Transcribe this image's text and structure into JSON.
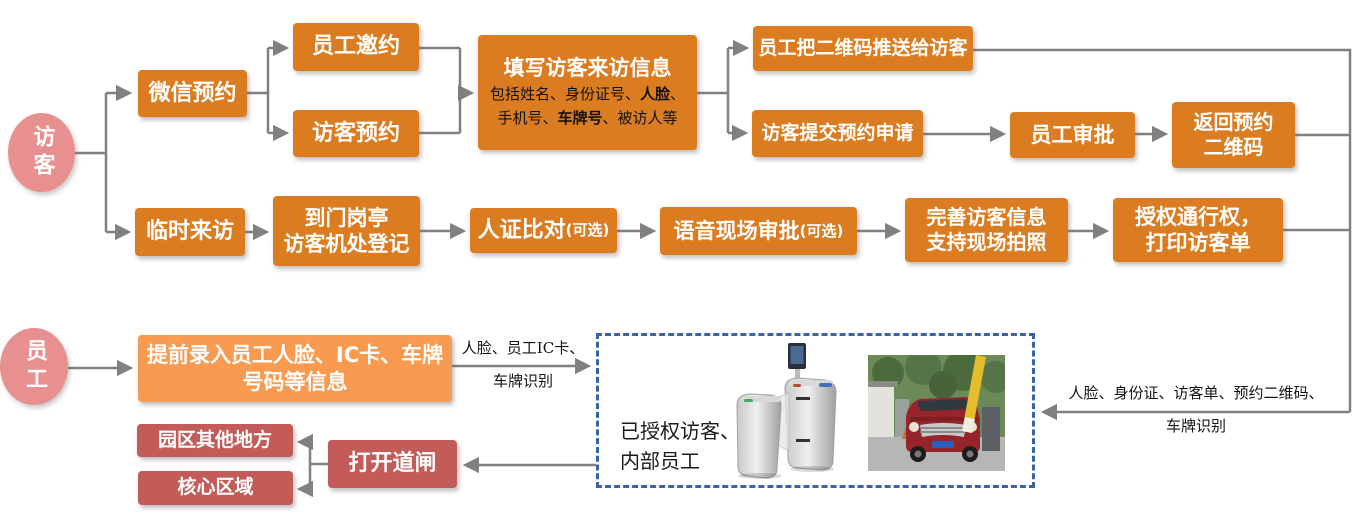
{
  "colors": {
    "node_orange": "#DC7C21",
    "node_light_orange": "#F89B51",
    "node_red": "#C35B59",
    "lane_pink": "#E89090",
    "wire_gray": "#808080",
    "dashed_blue": "#3A62A7"
  },
  "lanes": {
    "visitor": "访客",
    "employee": "员工"
  },
  "flow_reserve": {
    "wechat": "微信预约",
    "staff_invite": "员工邀约",
    "visitor_reserve": "访客预约",
    "fill_info": {
      "title": "填写访客来访信息",
      "sub1_pre": "包括姓名、身份证号、",
      "sub1_bold": "人脸",
      "sub1_post": "、",
      "sub2_pre": "手机号、",
      "sub2_bold": "车牌号",
      "sub2_post": "、被访人等"
    },
    "push_qr": "员工把二维码推送给访客",
    "submit_request": "访客提交预约申请",
    "staff_approve": "员工审批",
    "return_qr": {
      "line1": "返回预约",
      "line2": "二维码"
    }
  },
  "flow_walkin": {
    "temp_visit": "临时来访",
    "register": {
      "line1": "到门岗亭",
      "line2": "访客机处登记"
    },
    "id_check": {
      "main": "人证比对",
      "optional": "(可选)"
    },
    "voice_approve": {
      "main": "语音现场审批",
      "optional": "(可选)"
    },
    "complete_info": {
      "line1": "完善访客信息",
      "line2": "支持现场拍照"
    },
    "authorize": {
      "line1": "授权通行权，",
      "line2": "打印访客单"
    }
  },
  "flow_employee": {
    "pre_enroll": {
      "line1": "提前录入员工人脸、IC卡、车牌",
      "line2": "号码等信息"
    },
    "gate_zone": {
      "line1": "已授权访客、",
      "line2": "内部员工"
    },
    "open_gate": "打开道闸",
    "other_area": "园区其他地方",
    "core_area": "核心区域"
  },
  "edge_labels": {
    "staff_pass": {
      "line1": "人脸、员工IC卡、",
      "line2": "车牌识别"
    },
    "visitor_pass": {
      "line1": "人脸、身份证、访客单、预约二维码、",
      "line2": "车牌识别"
    }
  },
  "illustrations": {
    "turnstile": "flap-barrier-turnstile",
    "car_barrier": "car-at-barrier-gate"
  }
}
